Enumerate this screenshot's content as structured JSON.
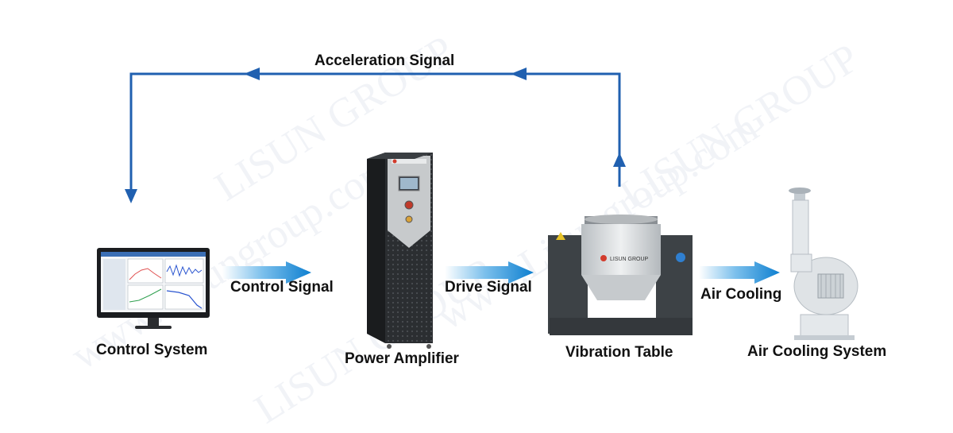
{
  "labels": {
    "acceleration_signal": "Acceleration Signal",
    "control_signal": "Control Signal",
    "drive_signal": "Drive Signal",
    "air_cooling": "Air Cooling",
    "control_system": "Control System",
    "power_amplifier": "Power Amplifier",
    "vibration_table": "Vibration Table",
    "air_cooling_system": "Air Cooling System"
  },
  "watermark": {
    "brand": "LISUN GROUP",
    "url": "www.Lisungroup.com"
  },
  "colors": {
    "signal_line": "#2060b0",
    "arrow_blue": "#1a8fd8",
    "cabinet": "#2f3235",
    "machine_gray": "#d9dcde"
  }
}
